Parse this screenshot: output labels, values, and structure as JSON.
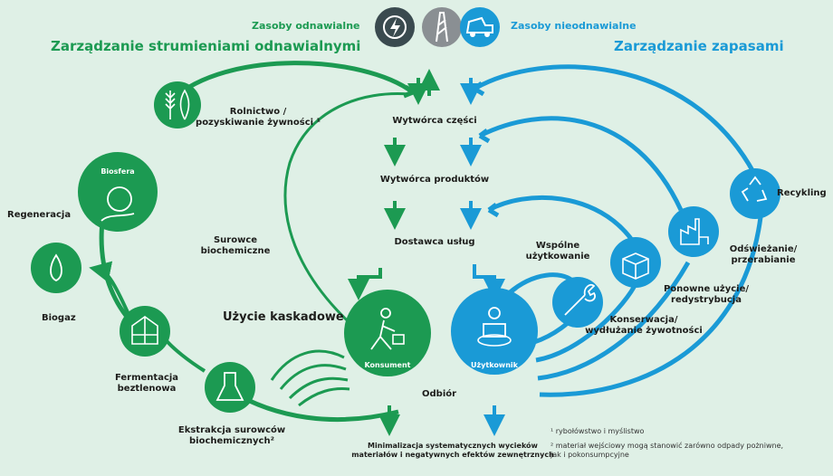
{
  "header": {
    "renewable_resources": "Zasoby odnawialne",
    "nonrenewable_resources": "Zasoby nieodnawialne",
    "renewable_flows": "Zarządzanie strumieniami odnawialnymi",
    "stock_management": "Zarządzanie zapasami"
  },
  "chain": {
    "parts_maker": "Wytwórca części",
    "product_maker": "Wytwórca produktów",
    "service_provider": "Dostawca usług"
  },
  "green_loop": {
    "agriculture": "Rolnictwo /\npozyskiwanie żywności ¹",
    "biosphere": "Biosfera",
    "regeneration": "Regeneracja",
    "biochemical_feedstock": "Surowce\nbiochemiczne",
    "biogas": "Biogaz",
    "anaerobic_digestion": "Fermentacja\nbeztlenowa",
    "extraction": "Ekstrakcja surowców\nbiochemicznych²",
    "cascades": "Użycie kaskadowe",
    "consumer": "Konsument"
  },
  "blue_loop": {
    "recycling": "Recykling",
    "refurbish": "Odświeżanie/\nprzerabianie",
    "reuse": "Ponowne użycie/\nredystrybucja",
    "sharing": "Wspólne\nużytkowanie",
    "maintain": "Konserwacja/\nwydłużanie żywotności",
    "user": "Użytkownik"
  },
  "bottom": {
    "collection": "Odbiór",
    "minimisation": "Minimalizacja systematycznych wycieków\nmateriałów i negatywnych efektów zewnętrznych"
  },
  "footnotes": {
    "note1": "¹ rybołówstwo i myślistwo",
    "note2": "² materiał wejściowy mogą stanowić zarówno odpady pożniwne,\n   jak i pokonsumpcyjne"
  },
  "colors": {
    "green": "#1c9a52",
    "blue": "#1a9ad6",
    "background": "#dff0e6",
    "dark_icon": "#3a4a4f"
  },
  "icons": [
    "energy-icon",
    "oil-rig-icon",
    "mining-truck-icon",
    "wheat-fish-icon",
    "globe-hand-icon",
    "flame-drop-icon",
    "greenhouse-icon",
    "flask-icon",
    "walking-person-icon",
    "laptop-person-icon",
    "wrench-icon",
    "open-box-icon",
    "factory-icon",
    "recycle-icon"
  ]
}
